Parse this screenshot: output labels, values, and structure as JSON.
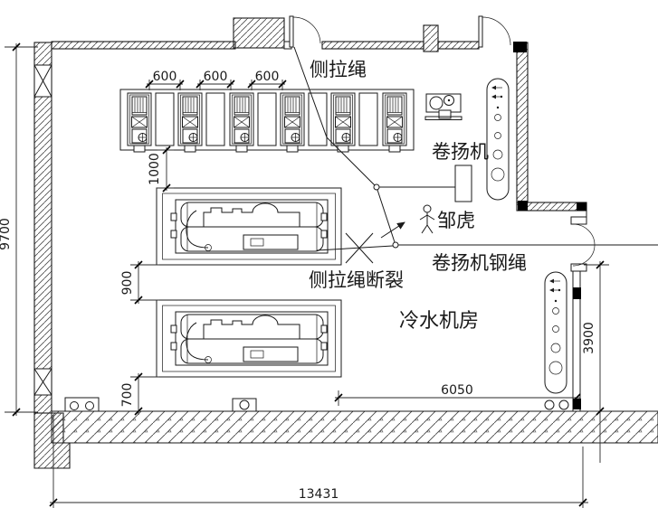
{
  "drawing": {
    "kind": "machine-room floor plan",
    "room_label": "冷水机房"
  },
  "labels": {
    "side_rope": "侧拉绳",
    "winch": "卷扬机",
    "person_name": "邹虎",
    "rope_broken": "侧拉绳断裂",
    "winch_steel_rope": "卷扬机钢绳",
    "room_name": "冷水机房"
  },
  "dimensions": {
    "pump_spacing": [
      "600",
      "600",
      "600"
    ],
    "pump_row_to_chiller": "1000",
    "between_chillers": "900",
    "chiller_to_south_wall": "700",
    "west_wall_height": "9700",
    "east_opening_height": "3900",
    "inner_width_east": "6050",
    "overall_width": "13431"
  },
  "equipment": {
    "pump_count": 6,
    "chiller_count": 2,
    "manifold_count": 2,
    "winch_count": 1
  },
  "colors": {
    "line": "#1a1a1a",
    "background": "#ffffff",
    "solid_fill": "#000000"
  }
}
